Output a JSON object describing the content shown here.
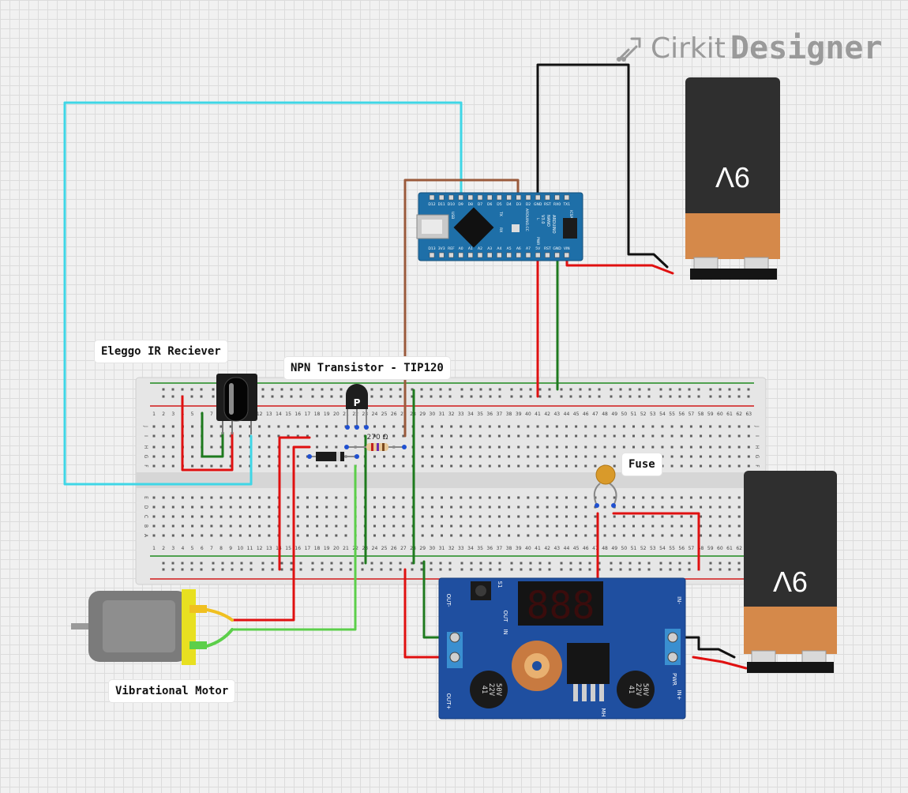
{
  "brand": {
    "name_light": "Cirkit",
    "name_bold": "Designer",
    "logo_icon": "wire-plug-icon"
  },
  "labels": {
    "ir_receiver": "Eleggo IR Reciever",
    "transistor": "NPN Transistor - TIP120",
    "fuse": "Fuse",
    "motor": "Vibrational Motor"
  },
  "components": {
    "battery_top": {
      "voltage_label": "9V"
    },
    "battery_bottom": {
      "voltage_label": "9V"
    },
    "transistor_marking": "P",
    "resistor_marking": "270 Ω",
    "arduino": {
      "name_lines": [
        "ARDUINO",
        "NANO",
        "V3.0"
      ],
      "brand": "ARDUINO.CC",
      "top_pins": [
        "D12",
        "D11",
        "D10",
        "D9",
        "D8",
        "D7",
        "D6",
        "D5",
        "D4",
        "D3",
        "D2",
        "GND",
        "RST",
        "RX0",
        "TX1"
      ],
      "bottom_pins": [
        "D13",
        "3V3",
        "REF",
        "A0",
        "A1",
        "A2",
        "A3",
        "A4",
        "A5",
        "A6",
        "A7",
        "5V",
        "RST",
        "GND",
        "VIN"
      ],
      "side_labels": [
        "USB",
        "ICSP",
        "TX",
        "RX",
        "PWR",
        "L"
      ]
    },
    "buck_converter": {
      "display": "888",
      "capacitor_left": [
        "41",
        "22V",
        "50V"
      ],
      "capacitor_right": [
        "41",
        "22V",
        "50V"
      ],
      "pin_labels": [
        "OUT-",
        "OUT+",
        "IN-",
        "IN+",
        "S1",
        "OUT",
        "IN",
        "PWR",
        "MH"
      ]
    }
  },
  "breadboard": {
    "row_letters_top": [
      "J",
      "I",
      "H",
      "G",
      "F"
    ],
    "row_letters_bottom": [
      "E",
      "D",
      "C",
      "B",
      "A"
    ],
    "column_numbers": [
      "1",
      "2",
      "3",
      "4",
      "5",
      "6",
      "7",
      "8",
      "9",
      "10",
      "11",
      "12",
      "13",
      "14",
      "15",
      "16",
      "17",
      "18",
      "19",
      "20",
      "21",
      "22",
      "23",
      "24",
      "25",
      "26",
      "27",
      "28",
      "29",
      "30",
      "31",
      "32",
      "33",
      "34",
      "35",
      "36",
      "37",
      "38",
      "39",
      "40",
      "41",
      "42",
      "43",
      "44",
      "45",
      "46",
      "47",
      "48",
      "49",
      "50",
      "51",
      "52",
      "53",
      "54",
      "55",
      "56",
      "57",
      "58",
      "59",
      "60",
      "61",
      "62",
      "63"
    ]
  },
  "colors": {
    "wire_cyan": "#3fd6e6",
    "wire_brown": "#9a5a3c",
    "wire_black": "#111111",
    "wire_red": "#e01010",
    "wire_green": "#1e7a1e",
    "wire_light_green": "#5ccf4a",
    "wire_yellow": "#f0c020",
    "arduino_blue": "#1e6fa8",
    "buck_blue": "#1f4fa0",
    "battery_orange": "#d5894a"
  }
}
